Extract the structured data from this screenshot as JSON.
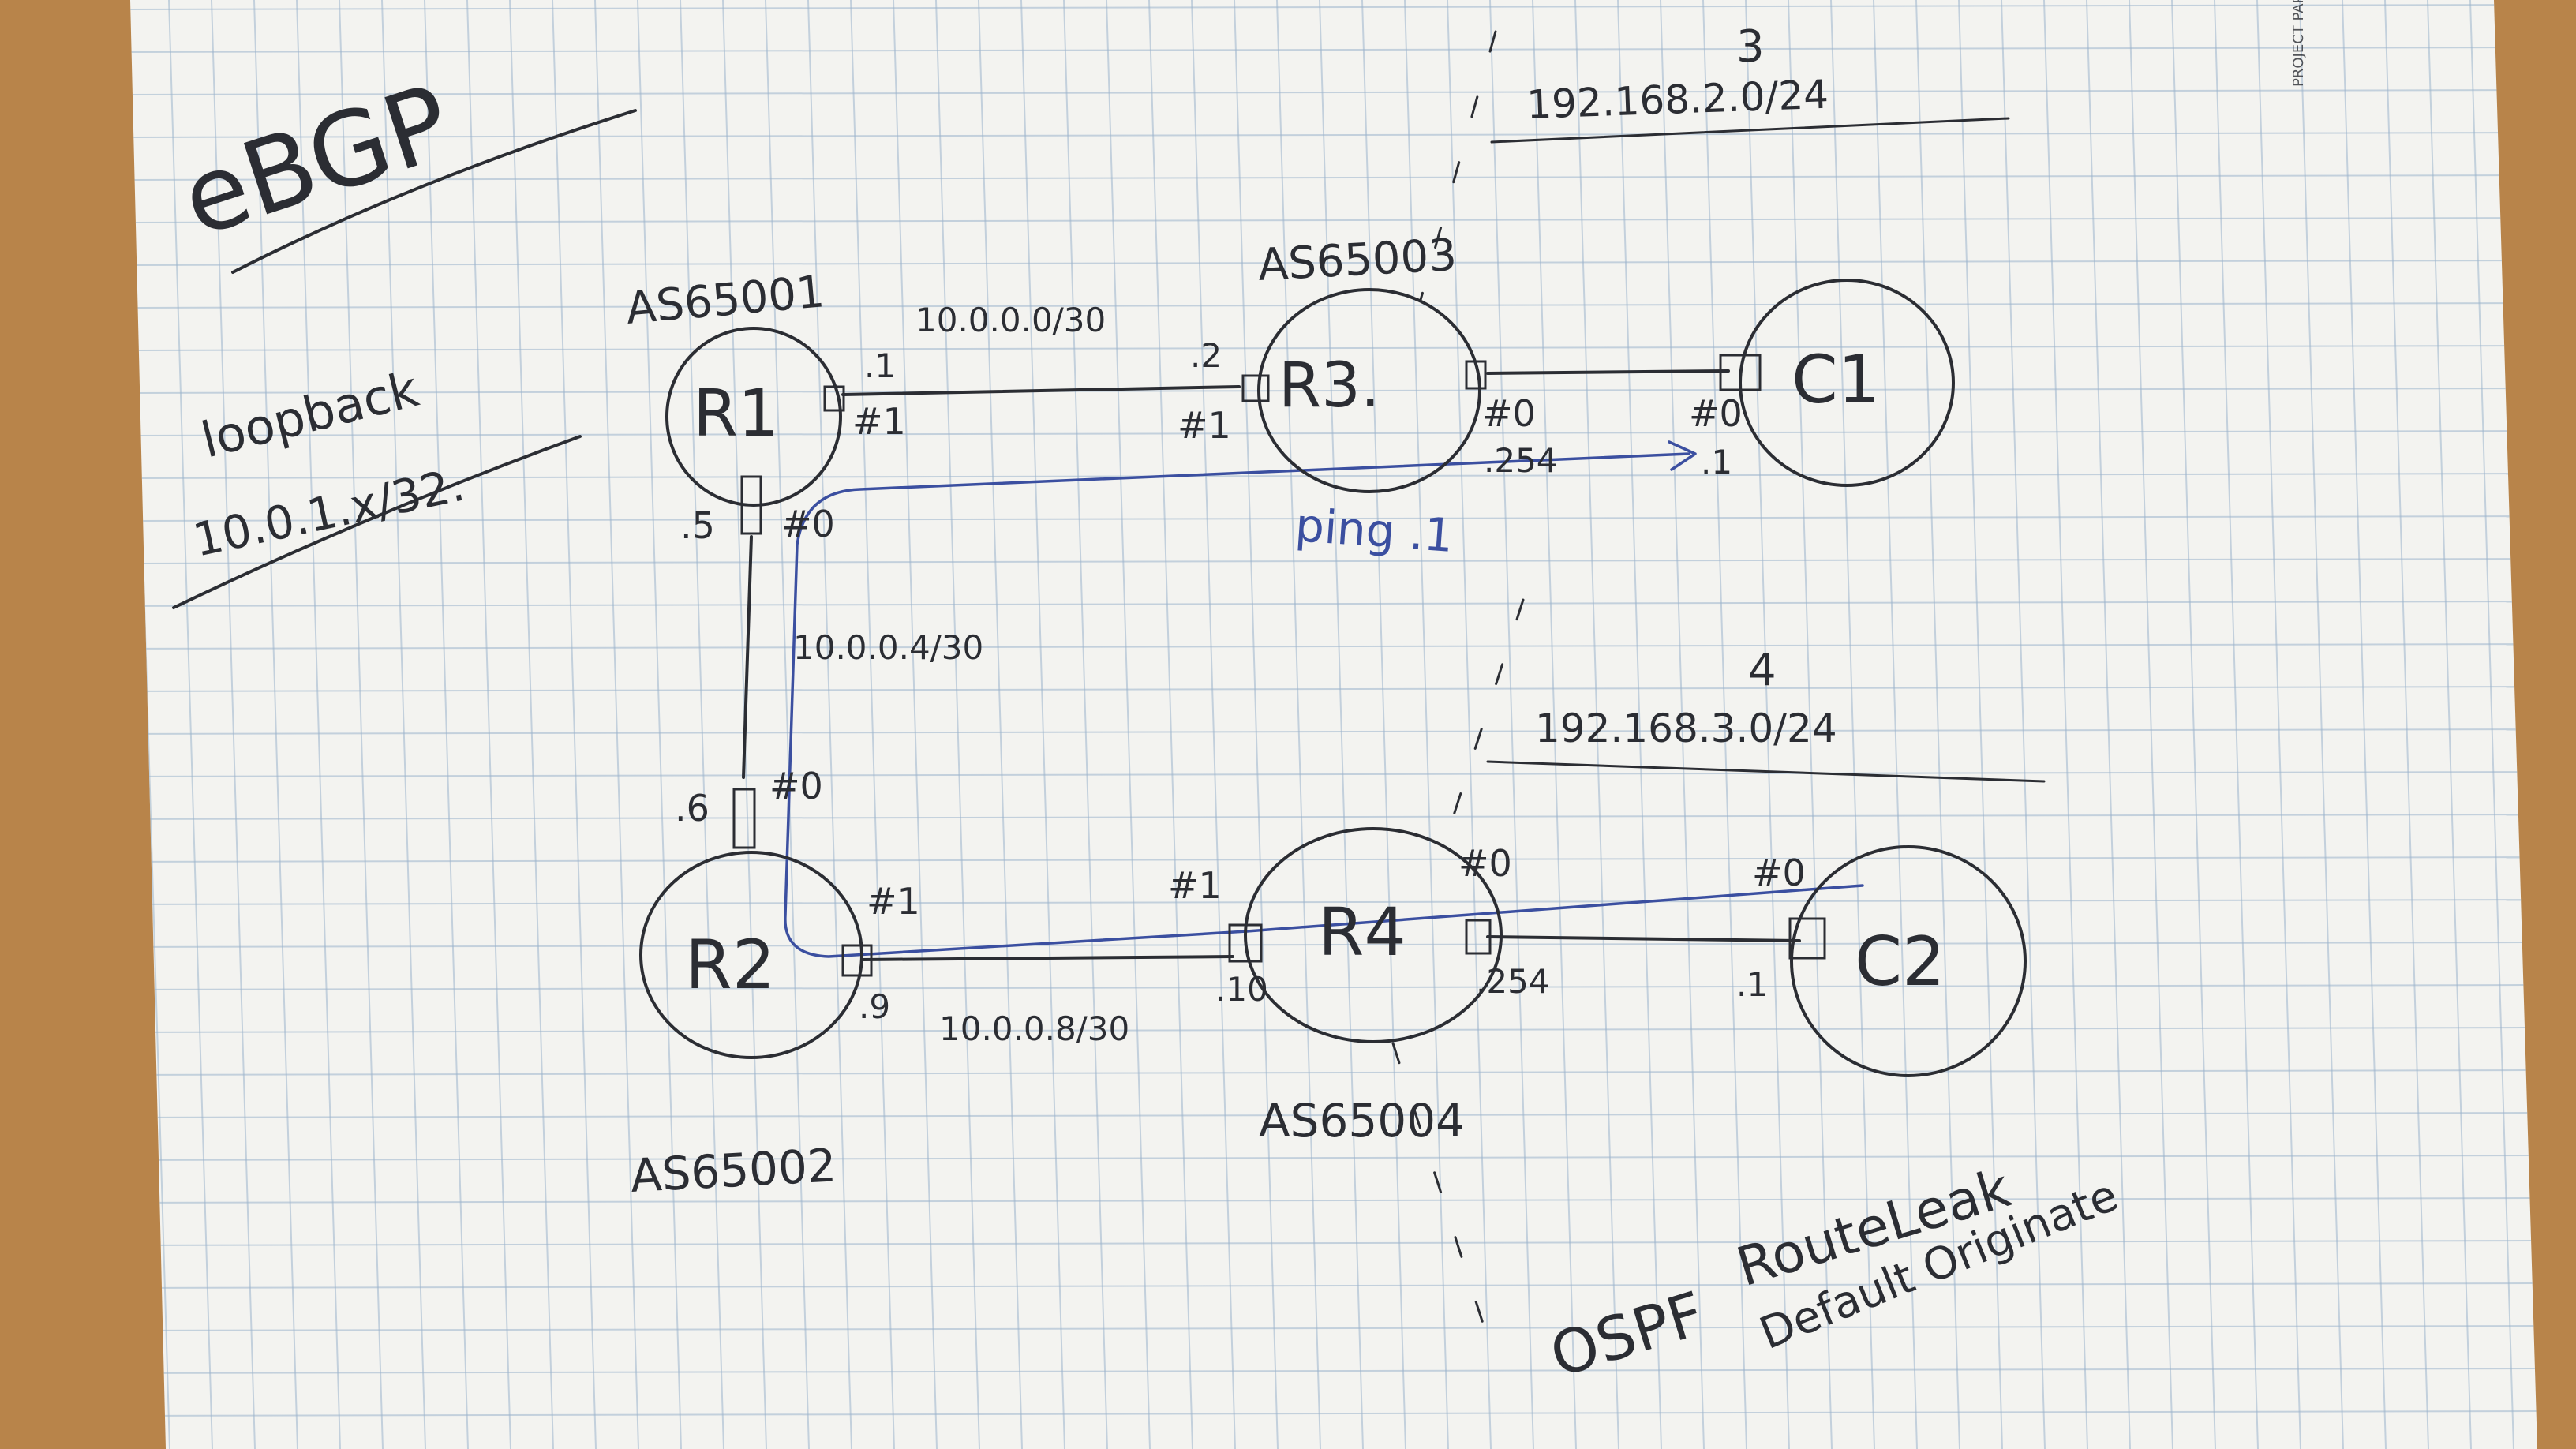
{
  "title": "eBGP",
  "loopback": {
    "line1": "loopback",
    "line2": "10.0.1.x/32."
  },
  "brand": "PROJECT PAPER",
  "routers": {
    "r1": {
      "label": "R1",
      "as": "AS65001"
    },
    "r2": {
      "label": "R2",
      "as": "AS65002"
    },
    "r3": {
      "label": "R3.",
      "as": "AS65003"
    },
    "r4": {
      "label": "R4",
      "as": "AS65004"
    }
  },
  "clients": {
    "c1": {
      "label": "C1"
    },
    "c2": {
      "label": "C2"
    }
  },
  "links": {
    "r1_r3": {
      "subnet": "10.0.0.0/30",
      "r1_ip": ".1",
      "r1_port": "#1",
      "r3_ip": ".2",
      "r3_port": "#1"
    },
    "r1_r2": {
      "subnet": "10.0.0.4/30",
      "r1_ip": ".5",
      "r1_port": "#0",
      "r2_ip": ".6",
      "r2_port": "#0"
    },
    "r2_r4": {
      "subnet": "10.0.0.8/30",
      "r2_ip": ".9",
      "r2_port": "#1",
      "r4_ip": ".10",
      "r4_port": "#1"
    },
    "r3_c1": {
      "r3_port": "#0",
      "r3_ip": ".254",
      "c1_port": "#0",
      "c1_ip": ".1"
    },
    "r4_c2": {
      "r4_port": "#0",
      "r4_ip": ".254",
      "c2_port": "#0",
      "c2_ip": ".1"
    }
  },
  "lans": {
    "lan3": {
      "number": "3",
      "subnet": "192.168.2.0/24"
    },
    "lan4": {
      "number": "4",
      "subnet": "192.168.3.0/24"
    }
  },
  "ping_note": "ping .1",
  "notes": {
    "ospf": "OSPF",
    "routeleak": "RouteLeak",
    "default": "Default Originate"
  },
  "colors": {
    "ink": "#2b2d33",
    "blue_pen": "#3b4fa0",
    "paper": "#f3f3f0",
    "grid": "#9cb4cc",
    "desk": "#b8844a"
  }
}
